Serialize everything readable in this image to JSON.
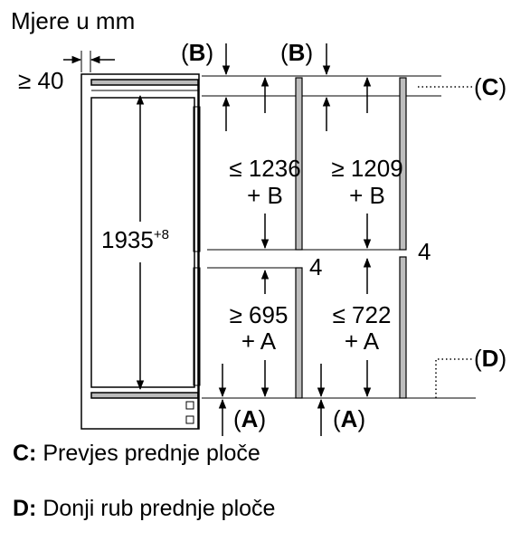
{
  "title": "Mjere u mm",
  "dimensions": {
    "min_gap": "≥ 40",
    "height_main": "1935",
    "height_main_tol": "+8",
    "upper_left_1": "≤ 1236",
    "upper_left_2": "+ B",
    "upper_right_1": "≥ 1209",
    "upper_right_2": "+ B",
    "lower_left_1": "≥ 695",
    "lower_left_2": "+ A",
    "lower_right_1": "≤ 722",
    "lower_right_2": "+ A",
    "gap_left": "4",
    "gap_right": "4"
  },
  "markers": {
    "b_label": "B",
    "a_label": "A",
    "c_label": "C",
    "d_label": "D",
    "open_paren": "(",
    "close_paren": ")"
  },
  "legend": [
    {
      "key": "C:",
      "text": "Prevjes prednje ploče"
    },
    {
      "key": "D:",
      "text": "Donji rub prednje ploče"
    }
  ]
}
